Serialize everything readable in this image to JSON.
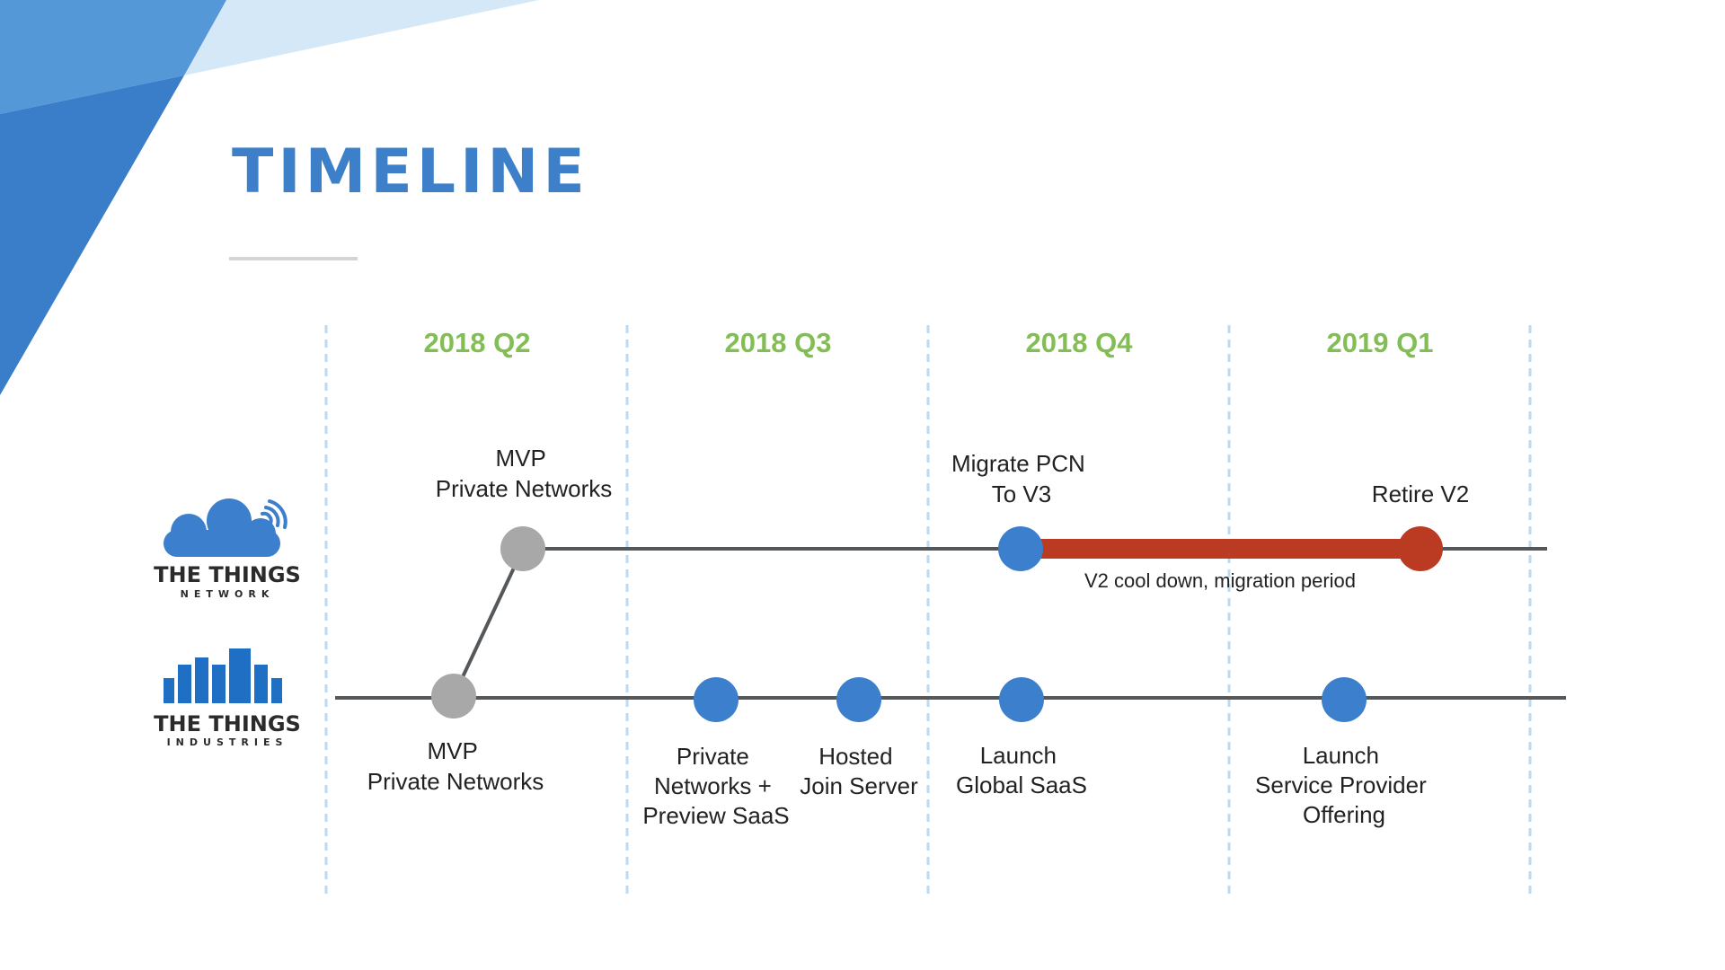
{
  "title": "TIMELINE",
  "colors": {
    "title": "#3d80c9",
    "quarter": "#83be55",
    "milestone_blue": "#3c7fcc",
    "milestone_gray": "#a8a8a8",
    "migration_red": "#ba3a22",
    "line": "#55585b",
    "divider": "#bcdaf1"
  },
  "quarters": [
    "2018 Q2",
    "2018 Q3",
    "2018 Q4",
    "2019 Q1"
  ],
  "logos": {
    "network": {
      "name": "THE THINGS",
      "sub": "NETWORK"
    },
    "industries": {
      "name": "THE THINGS",
      "sub": "INDUSTRIES"
    }
  },
  "network_milestones": [
    {
      "id": "mvp",
      "lines": [
        "MVP",
        "Private Networks"
      ],
      "color": "gray"
    },
    {
      "id": "migrate",
      "lines": [
        "Migrate PCN",
        "To V3"
      ],
      "color": "blue"
    },
    {
      "id": "retire",
      "lines": [
        "Retire V2"
      ],
      "color": "red"
    }
  ],
  "migration_note": "V2 cool down, migration period",
  "industries_milestones": [
    {
      "id": "mvp",
      "lines": [
        "MVP",
        "Private Networks"
      ],
      "color": "gray"
    },
    {
      "id": "private-preview",
      "lines": [
        "Private",
        "Networks +",
        "Preview SaaS"
      ],
      "color": "blue"
    },
    {
      "id": "join-server",
      "lines": [
        "Hosted",
        "Join Server"
      ],
      "color": "blue"
    },
    {
      "id": "global-saas",
      "lines": [
        "Launch",
        "Global SaaS"
      ],
      "color": "blue"
    },
    {
      "id": "service-provider",
      "lines": [
        "Launch",
        "Service Provider",
        "Offering"
      ],
      "color": "blue"
    }
  ]
}
